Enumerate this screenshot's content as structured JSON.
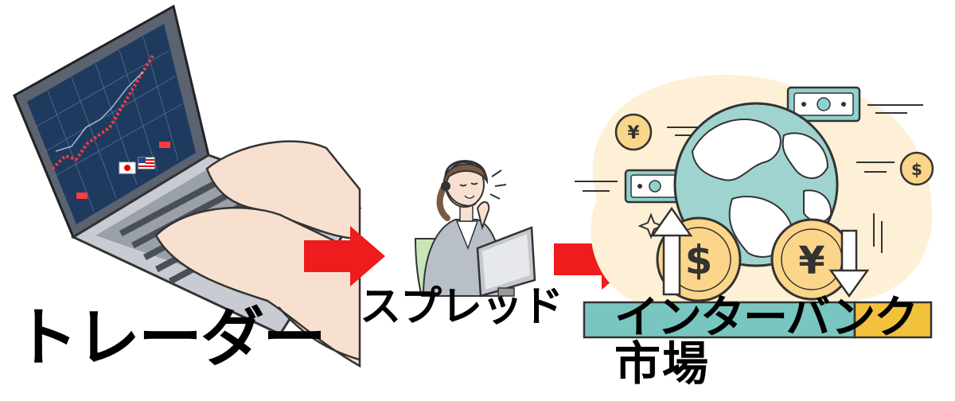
{
  "labels": {
    "trader": "トレーダー",
    "spread": "スプレッド",
    "interbank": "インターバンク",
    "market": "市場"
  },
  "currency": {
    "dollar": "$",
    "yen": "¥"
  },
  "colors": {
    "arrow": "#ee1c1c",
    "screen": "#1e3a5f",
    "globe": "#9fd3cf",
    "coin": "#fbd58a",
    "blob": "#fdf0d6",
    "bill": "#8fd1cc",
    "band_teal": "#79c6c0",
    "band_yellow": "#f3c23d"
  }
}
